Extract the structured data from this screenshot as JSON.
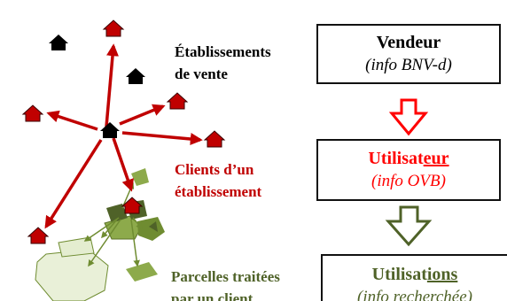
{
  "labels": {
    "establishments": [
      "Établissements",
      "de vente"
    ],
    "clients": [
      "Clients d’un",
      "établissement"
    ],
    "parcels": [
      "Parcelles traitées",
      "par un client"
    ]
  },
  "boxes": {
    "vendeur": {
      "title": "Vendeur",
      "title_suffix": "",
      "subtitle": "(info BNV-d)"
    },
    "utilisateur": {
      "title": "Utilisat",
      "title_suffix": "eur",
      "subtitle": "(info OVB)"
    },
    "utilisations": {
      "title": "Utilisat",
      "title_suffix": "ions",
      "subtitle": "(info recherchée)"
    }
  },
  "colors": {
    "clients": "#c00000",
    "parcels": "#4f6228",
    "establishments": "#000000",
    "arrow_red": "#ff0000",
    "arrow_green": "#4f6228",
    "parcel_dark": "#6f8c31",
    "parcel_light": "#e9f0d8"
  },
  "icons": {
    "house": "house-icon"
  }
}
